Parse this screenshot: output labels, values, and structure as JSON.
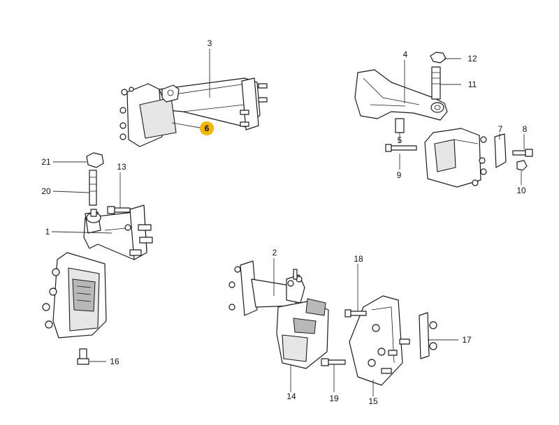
{
  "highlight_color": "#f2b705",
  "highlighted_callout": "6",
  "assemblies": [
    {
      "id": "upper-left-bracket-assembly",
      "callouts": [
        "3",
        "6"
      ]
    },
    {
      "id": "upper-right-bracket-assembly",
      "callouts": [
        "4",
        "5",
        "7",
        "8",
        "9",
        "10",
        "11",
        "12"
      ]
    },
    {
      "id": "left-mount-assembly",
      "callouts": [
        "1",
        "13",
        "16",
        "20",
        "21"
      ]
    },
    {
      "id": "lower-center-mount-assembly",
      "callouts": [
        "2",
        "14",
        "15",
        "17",
        "18",
        "19"
      ]
    }
  ],
  "callouts": {
    "c1": "1",
    "c2": "2",
    "c3": "3",
    "c4": "4",
    "c5": "5",
    "c6": "6",
    "c7": "7",
    "c8": "8",
    "c9": "9",
    "c10": "10",
    "c11": "11",
    "c12": "12",
    "c13": "13",
    "c14": "14",
    "c15": "15",
    "c16": "16",
    "c17": "17",
    "c18": "18",
    "c19": "19",
    "c20": "20",
    "c21": "21"
  }
}
